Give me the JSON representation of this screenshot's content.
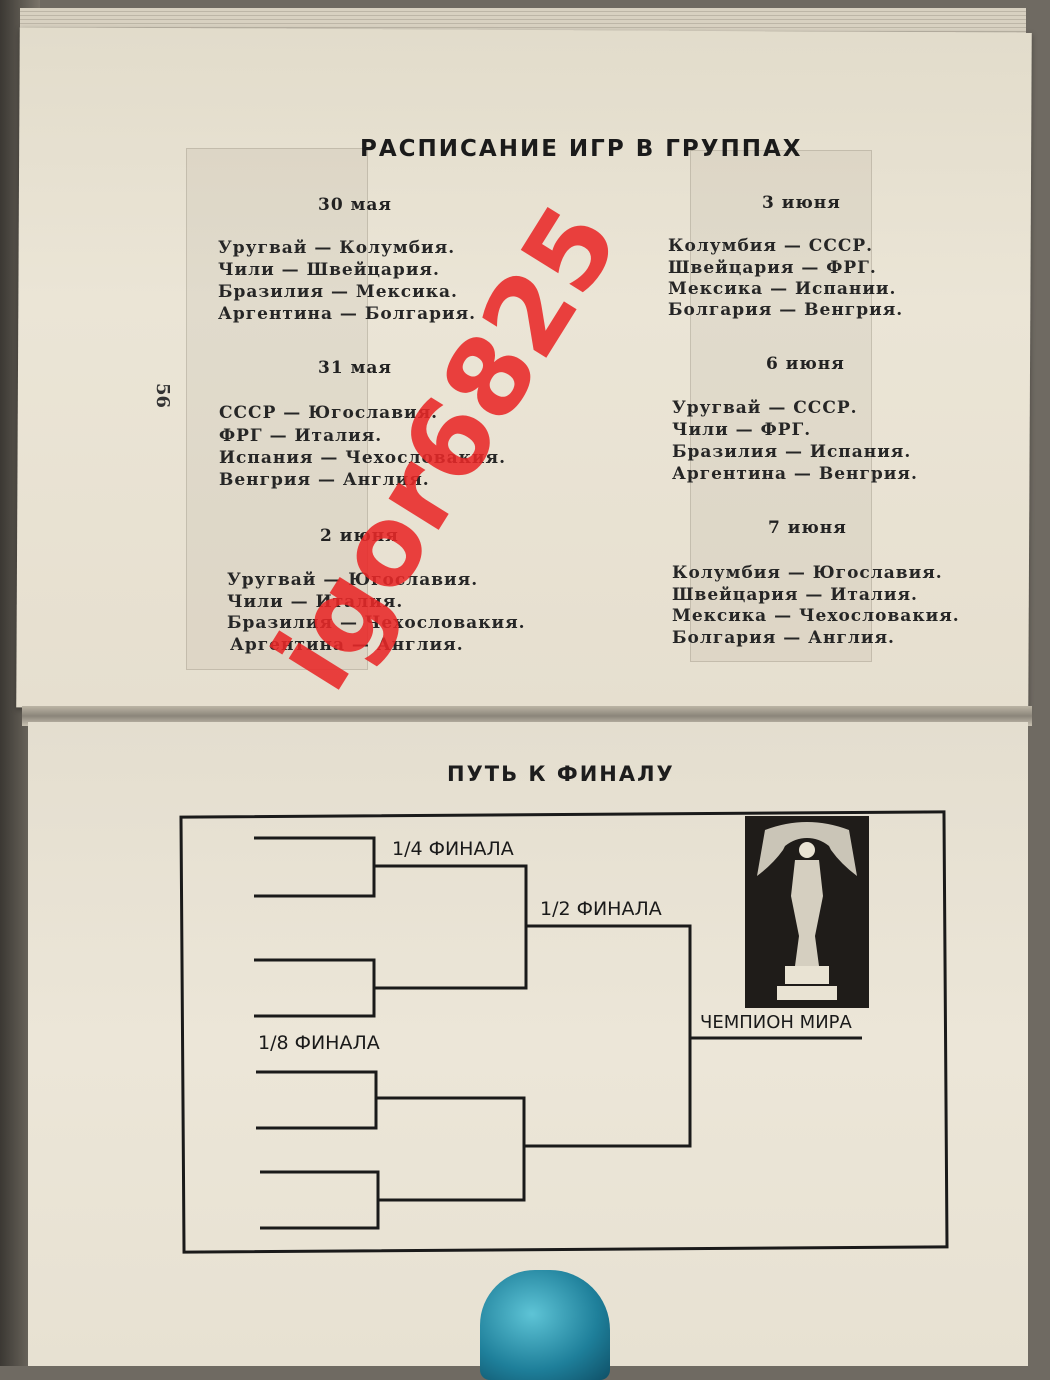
{
  "schedule": {
    "title": "РАСПИСАНИЕ ИГР В ГРУППАХ",
    "page_number": "56",
    "days": [
      {
        "date": "30 мая",
        "matches": [
          "Уругвай — Колумбия.",
          "Чили — Швейцария.",
          "Бразилия — Мексика.",
          "Аргентина — Болгария."
        ]
      },
      {
        "date": "31 мая",
        "matches": [
          "СССР — Югославия.",
          "ФРГ — Италия.",
          "Испания — Чехословакия.",
          "Венгрия — Англия."
        ]
      },
      {
        "date": "2 июня",
        "matches": [
          "Уругвай — Югославия.",
          "Чили — Италия.",
          "Бразилия — Чехословакия.",
          "Аргентина — Англия."
        ]
      },
      {
        "date": "3 июня",
        "matches": [
          "Колумбия — СССР.",
          "Швейцария — ФРГ.",
          "Мексика — Испании.",
          "Болгария — Венгрия."
        ]
      },
      {
        "date": "6 июня",
        "matches": [
          "Уругвай — СССР.",
          "Чили — ФРГ.",
          "Бразилия — Испания.",
          "Аргентина — Венгрия."
        ]
      },
      {
        "date": "7 июня",
        "matches": [
          "Колумбия — Югославия.",
          "Швейцария — Италия.",
          "Мексика — Чехословакия.",
          "Болгария — Англия."
        ]
      }
    ]
  },
  "bracket": {
    "title": "ПУТЬ К ФИНАЛУ",
    "quarter_label": "1/4 ФИНАЛА",
    "semi_label": "1/2 ФИНАЛА",
    "eighth_label": "1/8 ФИНАЛА",
    "champion_label": "ЧЕМПИОН МИРА"
  },
  "watermark": "igor6825",
  "colors": {
    "paper": "#e9e3d3",
    "ink": "#1a1a1a",
    "watermark": "#e82828",
    "thumb": "#1e7f9a"
  }
}
